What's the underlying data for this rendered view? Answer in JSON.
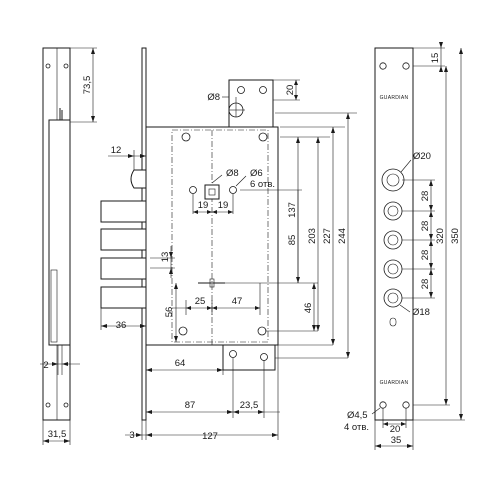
{
  "colors": {
    "line": "#1a1a1a",
    "background": "#ffffff"
  },
  "side_view": {
    "dim_73_5": "73,5",
    "dim_2": "2",
    "dim_31_5": "31,5"
  },
  "body_view": {
    "dim_phi8": "Ø8",
    "dim_20_top": "20",
    "dim_12": "12",
    "dim_phi8_cyl": "Ø8",
    "dim_phi6": "Ø6",
    "holes_6": "6 отв.",
    "dim_19_left": "19",
    "dim_19_right": "19",
    "dim_13": "13",
    "dim_36": "36",
    "dim_25": "25",
    "dim_47": "47",
    "dim_56": "56",
    "dim_64": "64",
    "dim_87": "87",
    "dim_23_5": "23,5",
    "dim_3": "3",
    "dim_127": "127",
    "dim_137": "137",
    "dim_85": "85",
    "dim_203": "203",
    "dim_227": "227",
    "dim_244": "244",
    "dim_46": "46"
  },
  "faceplate_view": {
    "brand_top": "GUARDIAN",
    "brand_bottom": "GUARDIAN",
    "dim_15": "15",
    "dim_phi20": "Ø20",
    "dim_28_a": "28",
    "dim_28_b": "28",
    "dim_28_c": "28",
    "dim_28_d": "28",
    "dim_320": "320",
    "dim_350": "350",
    "dim_phi18": "Ø18",
    "dim_phi4_5": "Ø4,5",
    "holes_4": "4 отв.",
    "dim_20_bottom": "20",
    "dim_35": "35"
  }
}
